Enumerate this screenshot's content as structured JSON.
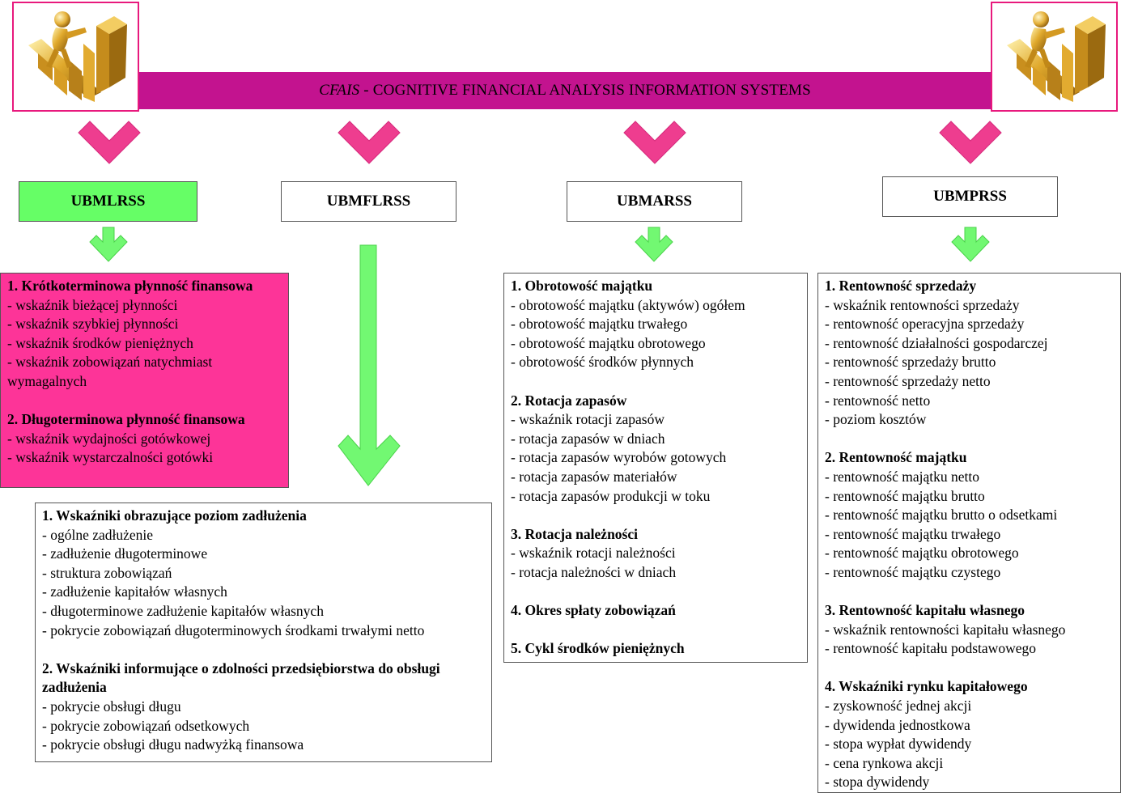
{
  "header": {
    "title_prefix": "CFAIS",
    "title_rest": " - COGNITIVE FINANCIAL ANALYSIS INFORMATION SYSTEMS"
  },
  "colors": {
    "banner": "#c3138f",
    "pink_arrow": "#ee3d8f",
    "green_arrow": "#72f872",
    "green_box": "#66fe66",
    "pink_panel": "#fd3498",
    "logo_border": "#e8197d"
  },
  "systems": [
    {
      "label": "UBMLRSS"
    },
    {
      "label": "UBMFLRSS"
    },
    {
      "label": "UBMARSS"
    },
    {
      "label": "UBMPRSS"
    }
  ],
  "panels": {
    "liquidity": {
      "s1_title": "1. Krótkoterminowa płynność finansowa",
      "s1_items": [
        "- wskaźnik bieżącej płynności",
        "- wskaźnik szybkiej płynności",
        "- wskaźnik środków pieniężnych",
        "- wskaźnik zobowiązań natychmiast wymagalnych"
      ],
      "s2_title": "2. Długoterminowa płynność finansowa",
      "s2_items": [
        "- wskaźnik wydajności gotówkowej",
        "- wskaźnik wystarczalności gotówki"
      ]
    },
    "debt": {
      "s1_title": "1. Wskaźniki obrazujące poziom zadłużenia",
      "s1_items": [
        "- ogólne zadłużenie",
        "- zadłużenie długoterminowe",
        "- struktura zobowiązań",
        "- zadłużenie kapitałów własnych",
        "- długoterminowe zadłużenie kapitałów własnych",
        "- pokrycie zobowiązań długoterminowych środkami trwałymi netto"
      ],
      "s2_title": "2. Wskaźniki informujące o zdolności przedsiębiorstwa do obsługi zadłużenia",
      "s2_items": [
        "- pokrycie obsługi długu",
        "- pokrycie zobowiązań odsetkowych",
        "- pokrycie obsługi długu nadwyżką finansowa"
      ]
    },
    "activity": {
      "s1_title": "1. Obrotowość majątku",
      "s1_items": [
        "- obrotowość majątku (aktywów) ogółem",
        "- obrotowość majątku trwałego",
        "- obrotowość majątku obrotowego",
        "- obrotowość środków płynnych"
      ],
      "s2_title": "2. Rotacja zapasów",
      "s2_items": [
        "- wskaźnik rotacji zapasów",
        "- rotacja zapasów w dniach",
        "- rotacja zapasów wyrobów gotowych",
        "- rotacja zapasów materiałów",
        "- rotacja zapasów produkcji w toku"
      ],
      "s3_title": "3. Rotacja należności",
      "s3_items": [
        "- wskaźnik rotacji należności",
        "- rotacja należności w dniach"
      ],
      "s4_title": "4. Okres spłaty zobowiązań",
      "s5_title": "5. Cykl środków pieniężnych"
    },
    "profitability": {
      "s1_title": "1. Rentowność sprzedaży",
      "s1_items": [
        "- wskaźnik rentowności sprzedaży",
        "- rentowność operacyjna sprzedaży",
        "- rentowność działalności gospodarczej",
        "- rentowność sprzedaży brutto",
        "- rentowność sprzedaży netto",
        "- rentowność netto",
        "- poziom kosztów"
      ],
      "s2_title": "2. Rentowność majątku",
      "s2_items": [
        "- rentowność majątku netto",
        "- rentowność majątku brutto",
        "- rentowność majątku brutto o odsetkami",
        "- rentowność majątku trwałego",
        "- rentowność majątku obrotowego",
        "- rentowność majątku czystego"
      ],
      "s3_title": "3. Rentowność kapitału własnego",
      "s3_items": [
        "- wskaźnik rentowności kapitału własnego",
        "- rentowność kapitału podstawowego"
      ],
      "s4_title": "4. Wskaźniki rynku kapitałowego",
      "s4_items": [
        "- zyskowność jednej akcji",
        "- dywidenda jednostkowa",
        "- stopa wypłat dywidendy",
        "- cena rynkowa akcji",
        "- stopa dywidendy"
      ]
    }
  }
}
